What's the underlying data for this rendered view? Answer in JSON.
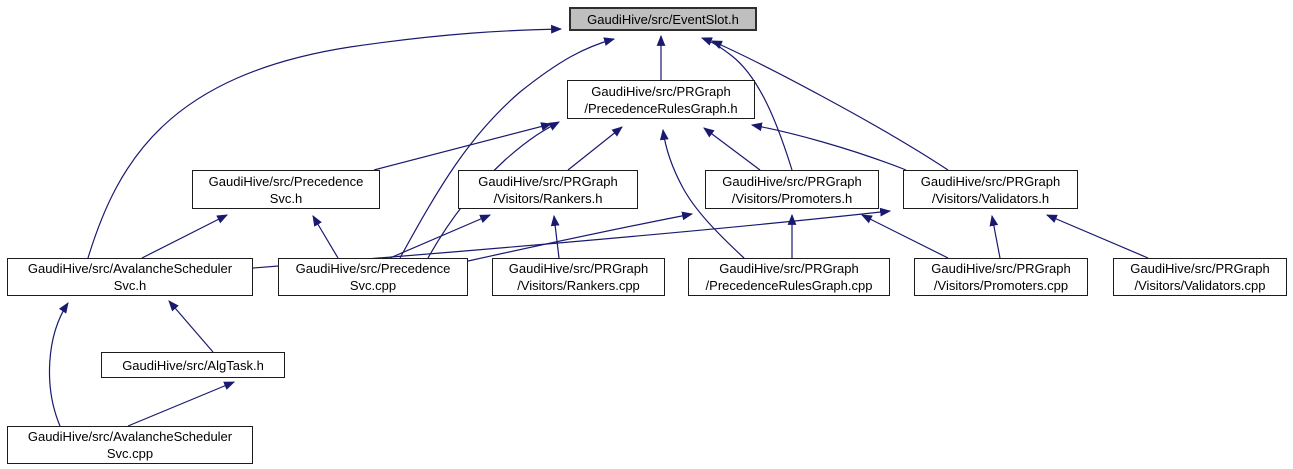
{
  "diagram": {
    "type": "include-dependency-graph",
    "edge_color": "#191970",
    "node_fill": "#ffffff",
    "current_node_fill": "#bfbfbf",
    "nodes": [
      {
        "id": "eventslot_h",
        "label": "GaudiHive/src/EventSlot.h",
        "current": true
      },
      {
        "id": "precedencerulesgraph_h",
        "label": "GaudiHive/src/PRGraph\n/PrecedenceRulesGraph.h",
        "current": false
      },
      {
        "id": "precedencesvc_h",
        "label": "GaudiHive/src/Precedence\nSvc.h",
        "current": false
      },
      {
        "id": "rankers_h",
        "label": "GaudiHive/src/PRGraph\n/Visitors/Rankers.h",
        "current": false
      },
      {
        "id": "promoters_h",
        "label": "GaudiHive/src/PRGraph\n/Visitors/Promoters.h",
        "current": false
      },
      {
        "id": "validators_h",
        "label": "GaudiHive/src/PRGraph\n/Visitors/Validators.h",
        "current": false
      },
      {
        "id": "avalancheschedulersvc_h",
        "label": "GaudiHive/src/AvalancheScheduler\nSvc.h",
        "current": false
      },
      {
        "id": "precedencesvc_cpp",
        "label": "GaudiHive/src/Precedence\nSvc.cpp",
        "current": false
      },
      {
        "id": "rankers_cpp",
        "label": "GaudiHive/src/PRGraph\n/Visitors/Rankers.cpp",
        "current": false
      },
      {
        "id": "precedencerulesgraph_cpp",
        "label": "GaudiHive/src/PRGraph\n/PrecedenceRulesGraph.cpp",
        "current": false
      },
      {
        "id": "promoters_cpp",
        "label": "GaudiHive/src/PRGraph\n/Visitors/Promoters.cpp",
        "current": false
      },
      {
        "id": "validators_cpp",
        "label": "GaudiHive/src/PRGraph\n/Visitors/Validators.cpp",
        "current": false
      },
      {
        "id": "algtask_h",
        "label": "GaudiHive/src/AlgTask.h",
        "current": false
      },
      {
        "id": "avalancheschedulersvc_cpp",
        "label": "GaudiHive/src/AvalancheScheduler\nSvc.cpp",
        "current": false
      }
    ],
    "edges": [
      {
        "from": "precedencerulesgraph_h",
        "to": "eventslot_h"
      },
      {
        "from": "avalancheschedulersvc_h",
        "to": "eventslot_h"
      },
      {
        "from": "precedencesvc_cpp",
        "to": "eventslot_h"
      },
      {
        "from": "promoters_h",
        "to": "eventslot_h"
      },
      {
        "from": "validators_h",
        "to": "eventslot_h"
      },
      {
        "from": "precedencesvc_h",
        "to": "precedencerulesgraph_h"
      },
      {
        "from": "precedencesvc_cpp",
        "to": "precedencerulesgraph_h"
      },
      {
        "from": "rankers_h",
        "to": "precedencerulesgraph_h"
      },
      {
        "from": "promoters_h",
        "to": "precedencerulesgraph_h"
      },
      {
        "from": "validators_h",
        "to": "precedencerulesgraph_h"
      },
      {
        "from": "precedencerulesgraph_cpp",
        "to": "precedencerulesgraph_h"
      },
      {
        "from": "avalancheschedulersvc_h",
        "to": "precedencesvc_h"
      },
      {
        "from": "precedencesvc_cpp",
        "to": "precedencesvc_h"
      },
      {
        "from": "precedencesvc_cpp",
        "to": "rankers_h"
      },
      {
        "from": "rankers_cpp",
        "to": "rankers_h"
      },
      {
        "from": "precedencesvc_cpp",
        "to": "promoters_h"
      },
      {
        "from": "precedencerulesgraph_cpp",
        "to": "promoters_h"
      },
      {
        "from": "promoters_cpp",
        "to": "promoters_h"
      },
      {
        "from": "avalancheschedulersvc_h",
        "to": "validators_h"
      },
      {
        "from": "promoters_cpp",
        "to": "validators_h"
      },
      {
        "from": "validators_cpp",
        "to": "validators_h"
      },
      {
        "from": "algtask_h",
        "to": "avalancheschedulersvc_h"
      },
      {
        "from": "avalancheschedulersvc_cpp",
        "to": "avalancheschedulersvc_h"
      },
      {
        "from": "avalancheschedulersvc_cpp",
        "to": "algtask_h"
      }
    ]
  }
}
